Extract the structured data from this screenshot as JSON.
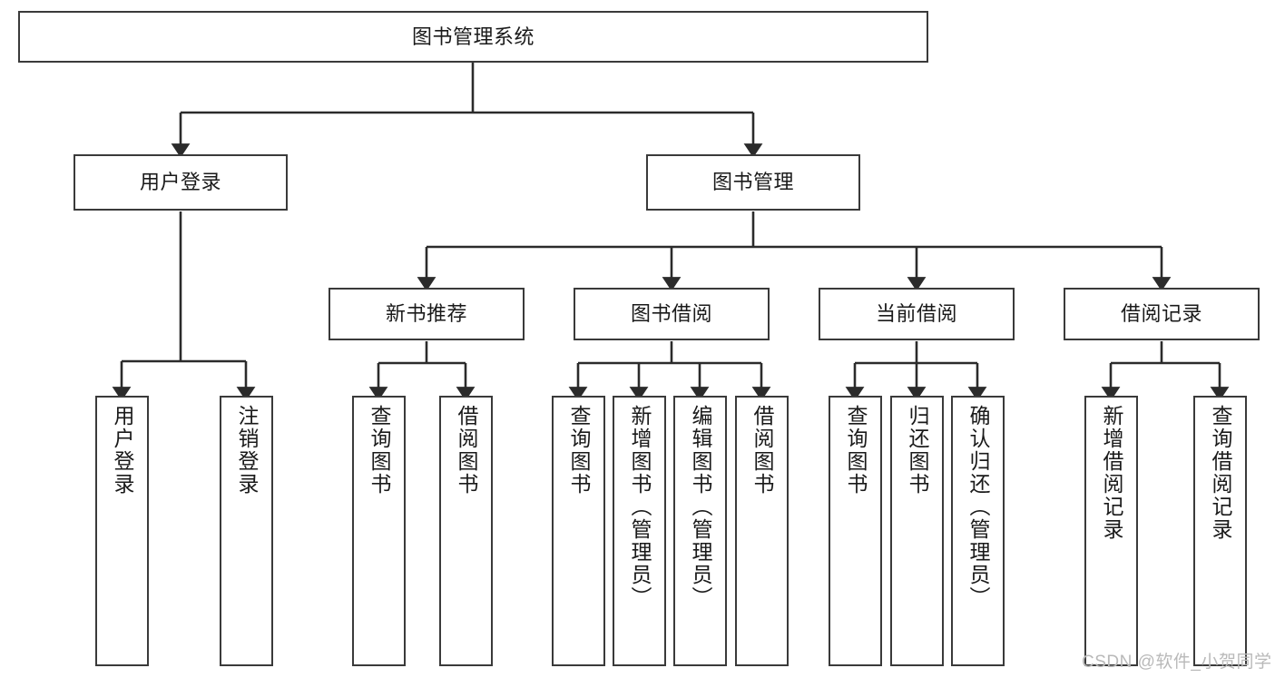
{
  "diagram": {
    "type": "tree-hierarchy-chart",
    "title": "图书管理系统",
    "stroke_color": "#3a3a3a",
    "fill_color": "#ffffff",
    "text_color": "#1a1a1a",
    "levels": [
      {
        "level": 1,
        "nodes": [
          {
            "id": "root",
            "label": "图书管理系统",
            "orientation": "horizontal"
          }
        ]
      },
      {
        "level": 2,
        "nodes": [
          {
            "id": "login",
            "label": "用户登录",
            "orientation": "horizontal",
            "parent": "root"
          },
          {
            "id": "bookmgmt",
            "label": "图书管理",
            "orientation": "horizontal",
            "parent": "root"
          }
        ]
      },
      {
        "level": 3,
        "nodes": [
          {
            "id": "newbook",
            "label": "新书推荐",
            "orientation": "horizontal",
            "parent": "bookmgmt"
          },
          {
            "id": "borrow",
            "label": "图书借阅",
            "orientation": "horizontal",
            "parent": "bookmgmt"
          },
          {
            "id": "current",
            "label": "当前借阅",
            "orientation": "horizontal",
            "parent": "bookmgmt"
          },
          {
            "id": "record",
            "label": "借阅记录",
            "orientation": "horizontal",
            "parent": "bookmgmt"
          }
        ]
      },
      {
        "level": 4,
        "nodes": [
          {
            "id": "leaf-user-login",
            "label": "用户登录",
            "orientation": "vertical",
            "parent": "login"
          },
          {
            "id": "leaf-logout-login",
            "label": "注销登录",
            "orientation": "vertical",
            "parent": "login"
          },
          {
            "id": "leaf-query-book-1",
            "label": "查询图书",
            "orientation": "vertical",
            "parent": "newbook"
          },
          {
            "id": "leaf-borrow-book-1",
            "label": "借阅图书",
            "orientation": "vertical",
            "parent": "newbook"
          },
          {
            "id": "leaf-query-book-2",
            "label": "查询图书",
            "orientation": "vertical",
            "parent": "borrow"
          },
          {
            "id": "leaf-add-book",
            "label": "新增图书（管理员）",
            "orientation": "vertical",
            "parent": "borrow"
          },
          {
            "id": "leaf-edit-book",
            "label": "编辑图书（管理员）",
            "orientation": "vertical",
            "parent": "borrow"
          },
          {
            "id": "leaf-borrow-book-2",
            "label": "借阅图书",
            "orientation": "vertical",
            "parent": "borrow"
          },
          {
            "id": "leaf-query-book-3",
            "label": "查询图书",
            "orientation": "vertical",
            "parent": "current"
          },
          {
            "id": "leaf-return-book",
            "label": "归还图书",
            "orientation": "vertical",
            "parent": "current"
          },
          {
            "id": "leaf-confirm-return",
            "label": "确认归还（管理员）",
            "orientation": "vertical",
            "parent": "current"
          },
          {
            "id": "leaf-add-record",
            "label": "新增借阅记录",
            "orientation": "vertical",
            "parent": "record"
          },
          {
            "id": "leaf-query-record",
            "label": "查询借阅记录",
            "orientation": "vertical",
            "parent": "record"
          }
        ]
      }
    ]
  },
  "watermark": {
    "text": "CSDN @软件_小贺同学",
    "color": "#b9b9b9"
  }
}
